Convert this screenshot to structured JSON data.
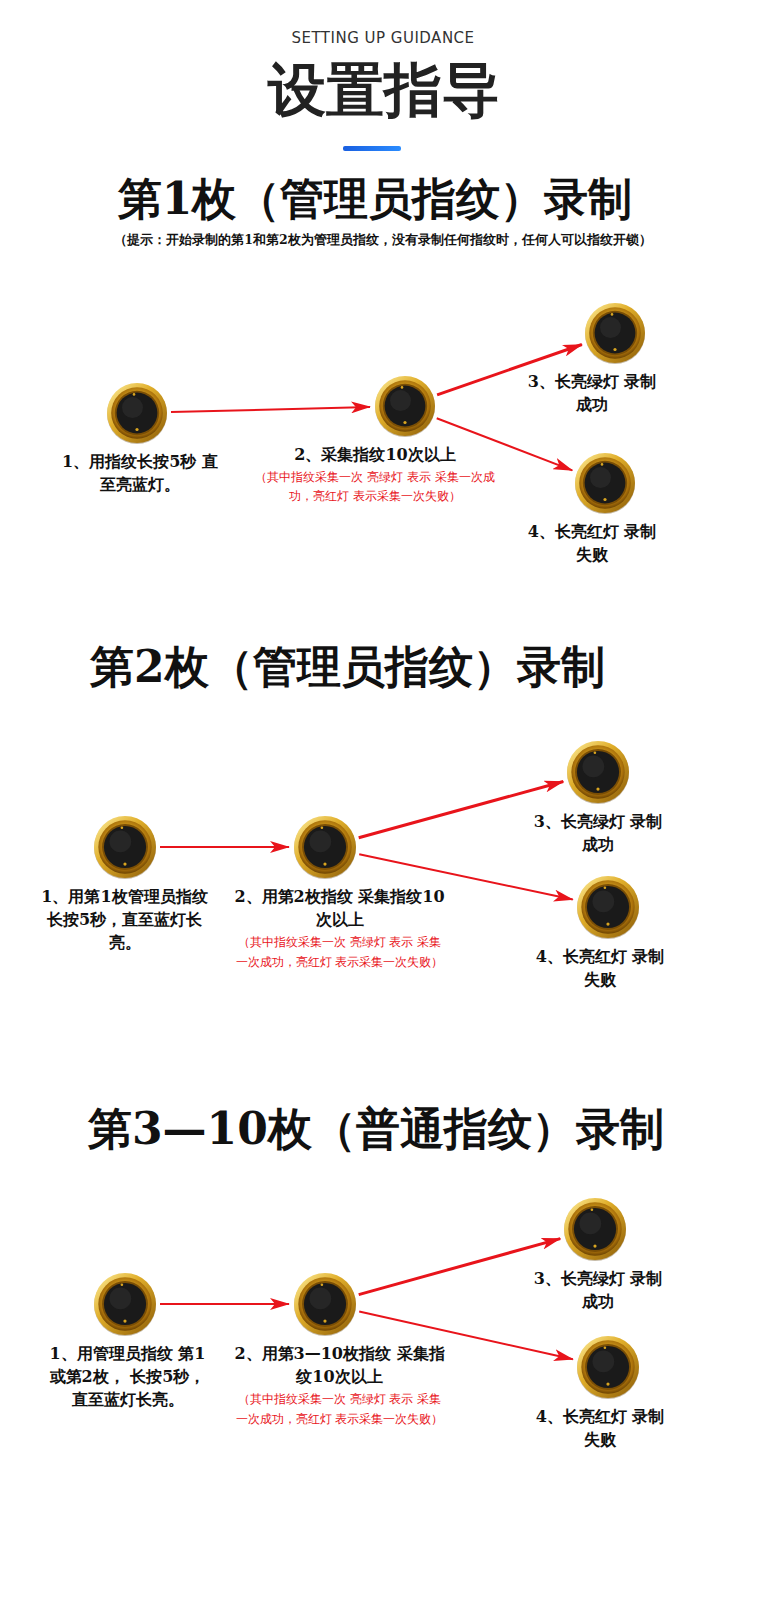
{
  "diagram": {
    "title": "设置指导",
    "nodes": [
      {
        "text": [
          "1、用指纹长按5秒 直至亮蓝灯。"
        ]
      },
      {
        "text": [
          "2、采集指纹10次以上",
          "（其中指纹采集一次 亮绿灯 表示 采集一次成功，亮红灯 表示采集一次失败）"
        ]
      },
      {
        "text": [
          "3、长亮绿灯 录制成功"
        ]
      },
      {
        "text": [
          "4、长亮红灯 录制失败"
        ]
      },
      {
        "text": [
          "1、用第1枚管理员指纹 长按5秒，直至蓝灯长亮。"
        ]
      },
      {
        "text": [
          "2、用第2枚指纹 采集指纹10次以上",
          "（其中指纹采集一次 亮绿灯 表示 采集一次成功，亮红灯 表示采集一次失败）"
        ]
      },
      {
        "text": [
          "3、长亮绿灯 录制成功"
        ]
      },
      {
        "text": [
          "4、长亮红灯 录制失败"
        ]
      },
      {
        "text": [
          "1、用管理员指纹 第1或第2枚， 长按5秒，直至蓝灯长亮。"
        ]
      },
      {
        "text": [
          "2、用第3—10枚指纹 采集指纹10次以上",
          "（其中指纹采集一次 亮绿灯 表示 采集一次成功，亮红灯 表示采集一次失败）"
        ]
      },
      {
        "text": [
          "3、长亮绿灯 录制成功"
        ]
      },
      {
        "text": [
          "4、长亮红灯 录制失败"
        ]
      }
    ],
    "edges": [
      {
        "from": 0,
        "to": 1,
        "arrow": "to"
      },
      {
        "from": 1,
        "to": 2,
        "arrow": "to"
      },
      {
        "from": 1,
        "to": 3,
        "arrow": "to"
      },
      {
        "from": 4,
        "to": 5,
        "arrow": "to"
      },
      {
        "from": 5,
        "to": 6,
        "arrow": "to"
      },
      {
        "from": 5,
        "to": 7,
        "arrow": "to"
      },
      {
        "from": 8,
        "to": 9,
        "arrow": "to"
      },
      {
        "from": 9,
        "to": 10,
        "arrow": "to"
      },
      {
        "from": 9,
        "to": 11,
        "arrow": "to"
      }
    ],
    "labels": [
      "SETTING UP GUIDANCE",
      "第1枚（管理员指纹）录制",
      "（提示：开始录制的第1和第2枚为管理员指纹，没有录制任何指纹时，任何人可以指纹开锁）",
      "第2枚（管理员指纹）录制",
      "第3—10枚（普通指纹）录制"
    ]
  }
}
